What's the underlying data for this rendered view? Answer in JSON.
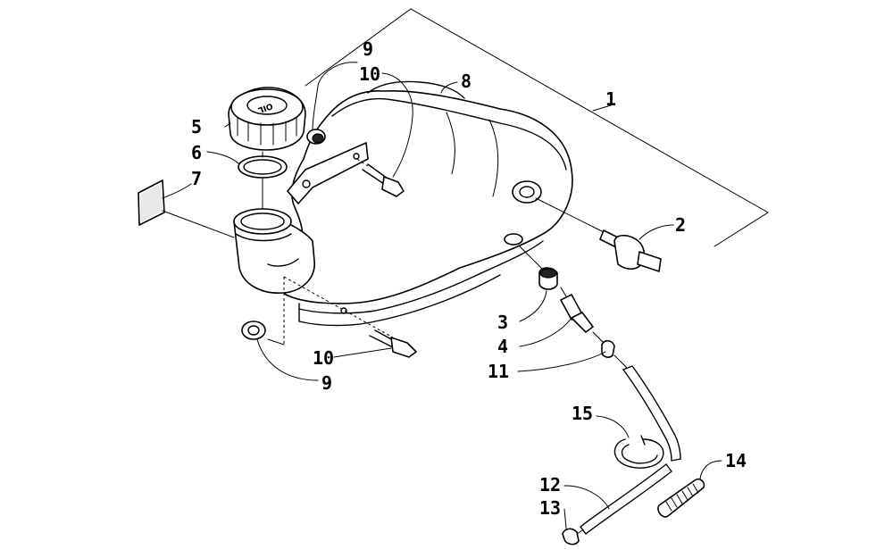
{
  "callouts": [
    {
      "id": "c1",
      "label": "1"
    },
    {
      "id": "c2",
      "label": "2"
    },
    {
      "id": "c3",
      "label": "3"
    },
    {
      "id": "c4",
      "label": "4"
    },
    {
      "id": "c5",
      "label": "5"
    },
    {
      "id": "c6",
      "label": "6"
    },
    {
      "id": "c7",
      "label": "7"
    },
    {
      "id": "c8",
      "label": "8"
    },
    {
      "id": "c9a",
      "label": "9"
    },
    {
      "id": "c9b",
      "label": "9"
    },
    {
      "id": "c10a",
      "label": "10"
    },
    {
      "id": "c10b",
      "label": "10"
    },
    {
      "id": "c11",
      "label": "11"
    },
    {
      "id": "c12",
      "label": "12"
    },
    {
      "id": "c13",
      "label": "13"
    },
    {
      "id": "c14",
      "label": "14"
    },
    {
      "id": "c15",
      "label": "15"
    }
  ],
  "cap_marking": "OIL",
  "icons": [
    "oil-tank",
    "filler-cap",
    "gasket",
    "label-decal",
    "grommet",
    "bolt",
    "fitting",
    "hose",
    "hose-clamp",
    "spiral-guard"
  ]
}
